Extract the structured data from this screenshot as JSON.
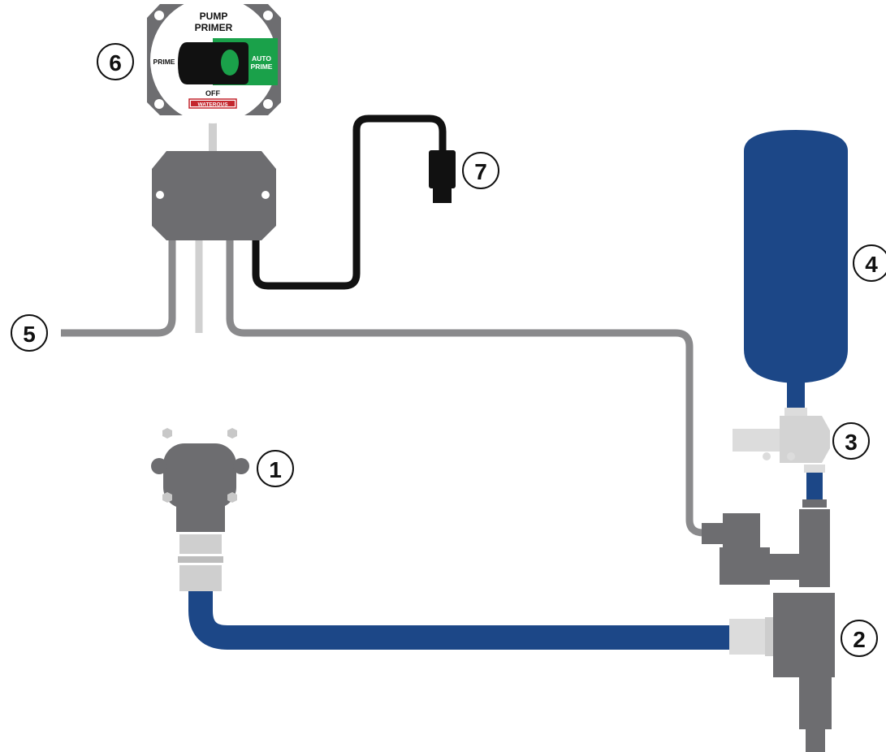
{
  "panel": {
    "title_line1": "PUMP",
    "title_line2": "PRIMER",
    "prime_label": "PRIME",
    "auto_line1": "AUTO",
    "auto_line2": "PRIME",
    "off_label": "OFF",
    "brand": "WATEROUS"
  },
  "callouts": {
    "c1": "1",
    "c2": "2",
    "c3": "3",
    "c4": "4",
    "c5": "5",
    "c6": "6",
    "c7": "7"
  },
  "colors": {
    "hose_blue": "#1c4787",
    "body_gray": "#6d6d70",
    "light_gray": "#cfcfcf",
    "line_gray": "#8a8a8c",
    "switch_green": "#1aa14a",
    "cable_black": "#111111",
    "brand_red": "#c4272e"
  }
}
